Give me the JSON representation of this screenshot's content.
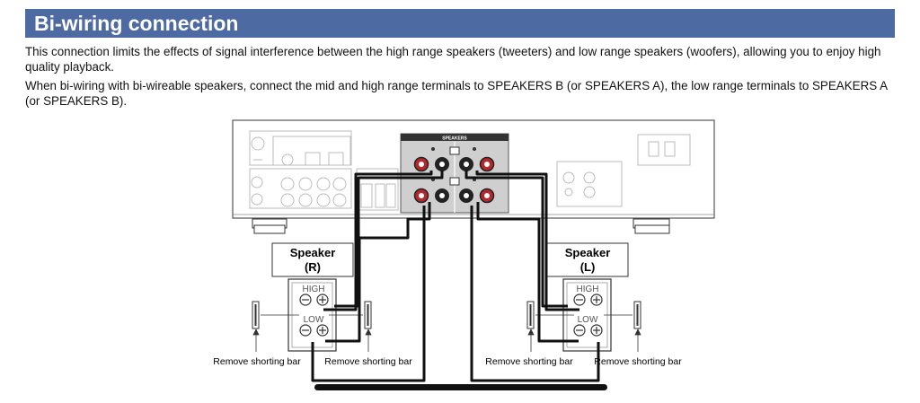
{
  "heading": "Bi-wiring connection",
  "paragraphs": [
    "This connection limits the effects of signal interference between the high range speakers (tweeters) and low range speakers (woofers), allowing you to enjoy high quality playback.",
    "When bi-wiring with bi-wireable speakers, connect the mid and high range terminals to SPEAKERS B (or SPEAKERS A), the low range terminals to SPEAKERS A (or SPEAKERS B)."
  ],
  "diagram": {
    "panel_label": "SPEAKERS",
    "speaker_r_title": "Speaker",
    "speaker_r_sub": "(R)",
    "speaker_l_title": "Speaker",
    "speaker_l_sub": "(L)",
    "high_label": "HIGH",
    "low_label": "LOW",
    "remove_bar_label": "Remove shorting bar"
  }
}
